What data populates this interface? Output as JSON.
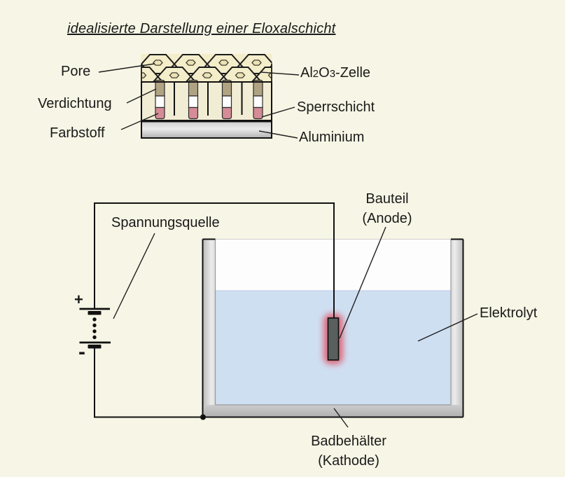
{
  "title": "idealisierte Darstellung einer Eloxalschicht",
  "layer_diagram": {
    "label_pore": "Pore",
    "label_verdichtung": "Verdichtung",
    "label_farbstoff": "Farbstoff",
    "label_cell": {
      "p1": "Al",
      "s1": "2",
      "p2": "O",
      "s2": "3",
      "p3": "-Zelle"
    },
    "label_sperrschicht": "Sperrschicht",
    "label_aluminium": "Aluminium"
  },
  "bath_diagram": {
    "label_spannungsquelle": "Spannungsquelle",
    "label_bauteil_line1": "Bauteil",
    "label_bauteil_line2": "(Anode)",
    "label_elektrolyt": "Elektrolyt",
    "label_badbehaelter_line1": "Badbehälter",
    "label_badbehaelter_line2": "(Kathode)",
    "battery_plus": "+",
    "battery_minus": "-"
  },
  "colors": {
    "background": "#f7f5e5",
    "hexagon_cell_fill": "#f4edca",
    "pore_layer_fill": "#f1ecd4",
    "seal_cap": "#b0a383",
    "dye_pink": "#d58c97",
    "aluminium_gray": "#cfcfcf",
    "electrolyte_blue": "#cfdff2",
    "anode_glow": "#e04a5a",
    "anode_rod": "#595f5d",
    "tank_wall_gray": "#c9c9c9",
    "line_black": "#111111"
  }
}
